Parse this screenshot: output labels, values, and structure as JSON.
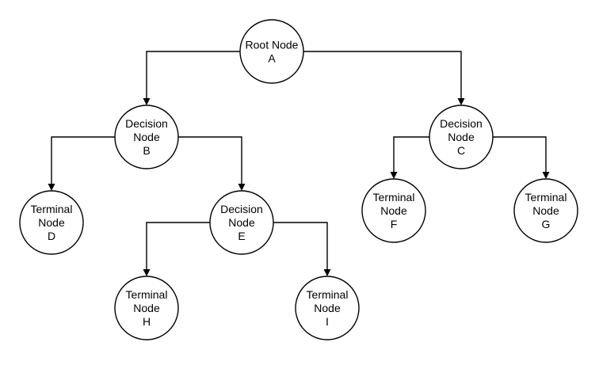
{
  "diagram": {
    "nodes": [
      {
        "id": "A",
        "label": "Root Node A",
        "lines": [
          "Root Node",
          "A"
        ]
      },
      {
        "id": "B",
        "label": "Decision Node B",
        "lines": [
          "Decision",
          "Node",
          "B"
        ]
      },
      {
        "id": "C",
        "label": "Decision Node C",
        "lines": [
          "Decision",
          "Node",
          "C"
        ]
      },
      {
        "id": "D",
        "label": "Terminal Node D",
        "lines": [
          "Terminal",
          "Node",
          "D"
        ]
      },
      {
        "id": "E",
        "label": "Decision Node E",
        "lines": [
          "Decision",
          "Node",
          "E"
        ]
      },
      {
        "id": "F",
        "label": "Terminal Node F",
        "lines": [
          "Terminal",
          "Node",
          "F"
        ]
      },
      {
        "id": "G",
        "label": "Terminal Node G",
        "lines": [
          "Terminal",
          "Node",
          "G"
        ]
      },
      {
        "id": "H",
        "label": "Terminal Node H",
        "lines": [
          "Terminal",
          "Node",
          "H"
        ]
      },
      {
        "id": "I",
        "label": "Terminal Node I",
        "lines": [
          "Terminal",
          "Node",
          "I"
        ]
      }
    ],
    "edges": [
      {
        "from": "A",
        "to": "B"
      },
      {
        "from": "A",
        "to": "C"
      },
      {
        "from": "B",
        "to": "D"
      },
      {
        "from": "B",
        "to": "E"
      },
      {
        "from": "C",
        "to": "F"
      },
      {
        "from": "C",
        "to": "G"
      },
      {
        "from": "E",
        "to": "H"
      },
      {
        "from": "E",
        "to": "I"
      }
    ],
    "colors": {
      "stroke": "#000000",
      "fill": "#ffffff",
      "text": "#000000"
    }
  }
}
